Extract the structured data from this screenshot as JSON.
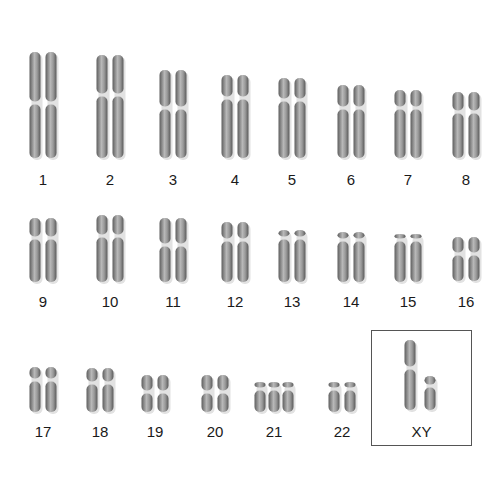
{
  "diagram": {
    "nodes": [
      {
        "text": [
          "XY"
        ]
      }
    ],
    "labels": [
      "1",
      "2",
      "3",
      "4",
      "5",
      "6",
      "7",
      "8",
      "9",
      "10",
      "11",
      "12",
      "13",
      "14",
      "15",
      "16",
      "17",
      "18",
      "19",
      "20",
      "21",
      "22"
    ]
  }
}
